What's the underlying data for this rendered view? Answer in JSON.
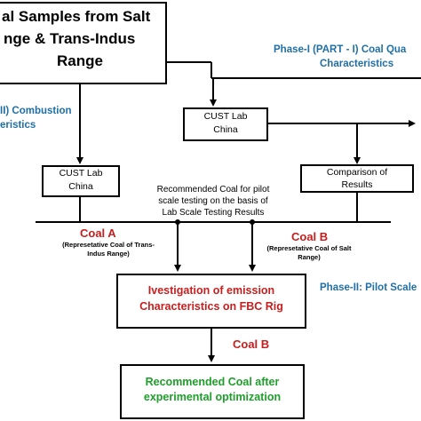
{
  "colors": {
    "blue": "#1f6fa8",
    "red": "#c81e1e",
    "green": "#1e9e2a",
    "black": "#000000"
  },
  "top_box": {
    "line1": "al Samples from Salt",
    "line2": "nge & Trans-Indus",
    "line3": "Range"
  },
  "phase1_coal": {
    "line1": "Phase-I (PART - I) Coal Qua",
    "line2": "Characteristics"
  },
  "phase1_combustion": {
    "line1": "II) Combustion",
    "line2": "eristics"
  },
  "cust_right": {
    "line1": "CUST Lab",
    "line2": "China"
  },
  "cust_left": {
    "line1": "CUST Lab",
    "line2": "China"
  },
  "comparison": {
    "line1": "Comparison of",
    "line2": "Results"
  },
  "recommended_note": {
    "line1": "Recommended Coal for pilot",
    "line2": "scale testing on the basis of",
    "line3": "Lab Scale Testing Results"
  },
  "coal_a": {
    "label": "Coal A",
    "note1": "(Represetative Coal of Trans-",
    "note2": "Indus Range)"
  },
  "coal_b": {
    "label": "Coal B",
    "note1": "(Represetative Coal of Salt",
    "note2": "Range)"
  },
  "phase2": {
    "label": "Phase-II: Pilot Scale"
  },
  "investigation": {
    "line1": "Ivestigation of emission",
    "line2": "Characteristics on FBC Rig"
  },
  "coal_b_bottom": {
    "label": "Coal B"
  },
  "final": {
    "line1": "Recommended Coal after",
    "line2": "experimental optimization"
  }
}
